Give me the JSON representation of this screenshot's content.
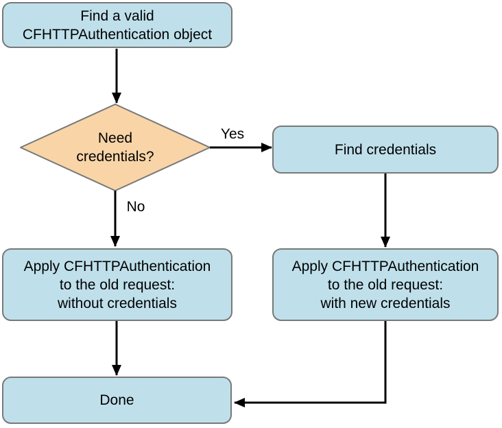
{
  "diagram": {
    "kind": "flowchart",
    "nodes": {
      "start": {
        "label": "Find a valid\nCFHTTPAuthentication object",
        "shape": "rounded-rect"
      },
      "decision": {
        "label": "Need\ncredentials?",
        "shape": "diamond"
      },
      "find_credentials": {
        "label": "Find credentials",
        "shape": "rounded-rect"
      },
      "apply_without": {
        "label": "Apply CFHTTPAuthentication\nto the old request:\nwithout credentials",
        "shape": "rounded-rect"
      },
      "apply_with": {
        "label": "Apply CFHTTPAuthentication\nto the old request:\nwith new credentials",
        "shape": "rounded-rect"
      },
      "done": {
        "label": "Done",
        "shape": "rounded-rect"
      }
    },
    "edges": {
      "yes_label": "Yes",
      "no_label": "No"
    }
  },
  "colors": {
    "process_fill": "#bfe0eb",
    "decision_fill": "#f8d4a7",
    "node_border": "#787878",
    "arrow": "#000000",
    "text": "#000000",
    "background": "#ffffff"
  }
}
